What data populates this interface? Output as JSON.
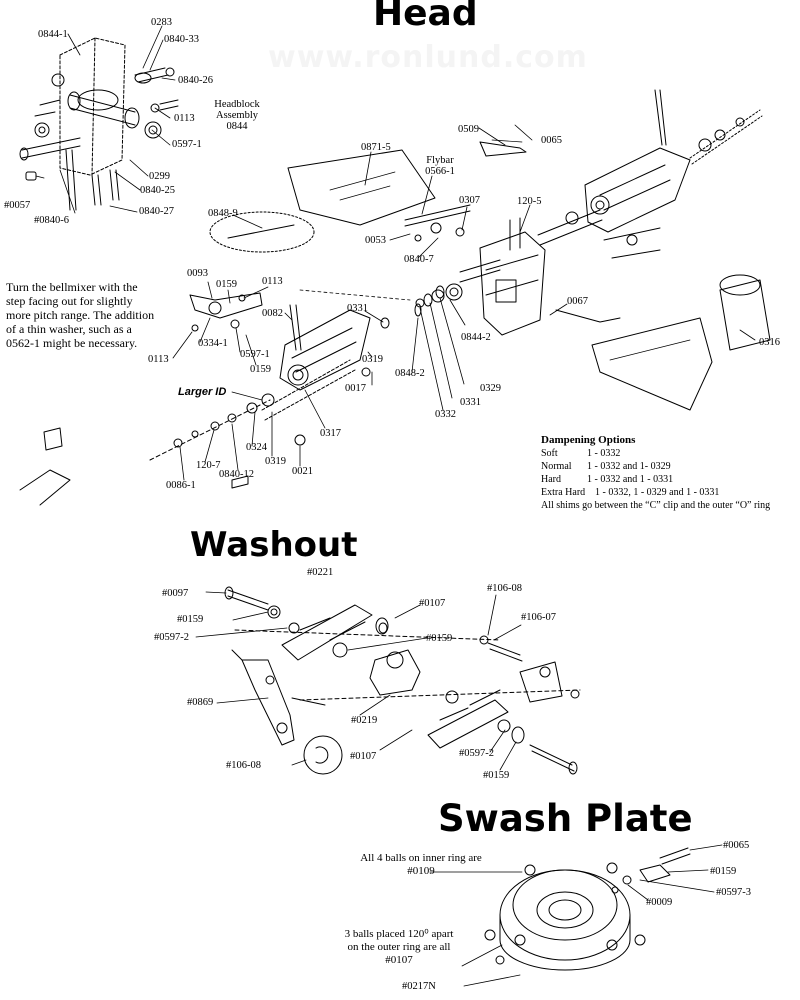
{
  "sections": {
    "head": "Head",
    "washout": "Washout",
    "swash_plate": "Swash Plate"
  },
  "watermark": "www.ronlund.com",
  "head_labels": {
    "l0844_1": "0844-1",
    "l0283": "0283",
    "l0840_33": "0840-33",
    "l0840_26": "0840-26",
    "l0113a": "0113",
    "l0597_1a": "0597-1",
    "l0299": "0299",
    "l0840_25": "0840-25",
    "l0840_27": "0840-27",
    "l0057": "#0057",
    "l0840_6": "#0840-6",
    "headblock_1": "Headblock",
    "headblock_2": "Assembly",
    "headblock_3": "0844",
    "l0871_5": "0871-5",
    "flybar_1": "Flybar",
    "flybar_2": "0566-1",
    "l0509": "0509",
    "l0065": "0065",
    "l0307": "0307",
    "l120_5": "120-5",
    "l0053": "0053",
    "l0840_7": "0840-7",
    "l0848_9": "0848-9",
    "l0093": "0093",
    "l0159a": "0159",
    "l0113b": "0113",
    "l0082": "0082",
    "l0331a": "0331",
    "l0067": "0067",
    "l0844_2": "0844-2",
    "l0316": "0316",
    "l0113c": "0113",
    "l0334_1": "0334-1",
    "l0597_1b": "0597-1",
    "l0159b": "0159",
    "l0319a": "0319",
    "l0017": "0017",
    "l0848_2": "0848-2",
    "l0329": "0329",
    "l0331b": "0331",
    "l0332": "0332",
    "larger_id": "Larger ID",
    "l0317": "0317",
    "l0324": "0324",
    "l0319b": "0319",
    "l0021": "0021",
    "l120_7": "120-7",
    "l0840_12": "0840-12",
    "l0086_1": "0086-1"
  },
  "bellmixer_note": "Turn the bellmixer with the step facing out for slightly more pitch range. The addition of a thin washer, such as a 0562-1 might be necessary.",
  "dampening": {
    "title": "Dampening Options",
    "rows": [
      {
        "name": "Soft",
        "value": "1 - 0332"
      },
      {
        "name": "Normal",
        "value": "1 - 0332 and 1- 0329"
      },
      {
        "name": "Hard",
        "value": "1 - 0332 and 1 - 0331"
      },
      {
        "name": "Extra Hard",
        "value": "1 - 0332, 1 - 0329 and 1 - 0331"
      }
    ],
    "footer": "All shims go between the “C” clip and the outer “O” ring"
  },
  "washout_labels": {
    "l0221": "#0221",
    "l0097": "#0097",
    "l0159a": "#0159",
    "l0597_2a": "#0597-2",
    "l0107a": "#0107",
    "l0159b": "#0159",
    "l106_08a": "#106-08",
    "l106_07": "#106-07",
    "l0869": "#0869",
    "l0219": "#0219",
    "l0107b": "#0107",
    "l0597_2b": "#0597-2",
    "l0159c": "#0159",
    "l106_08b": "#106-08"
  },
  "swash_labels": {
    "inner_note_1": "All 4 balls on inner ring are",
    "inner_note_2": "#0109",
    "l0065": "#0065",
    "l0159": "#0159",
    "l0597_3": "#0597-3",
    "l0009": "#0009",
    "outer_note_1": "3 balls placed 120⁰ apart",
    "outer_note_2": "on the outer ring are all",
    "outer_note_3": "#0107",
    "l0217N": "#0217N"
  }
}
